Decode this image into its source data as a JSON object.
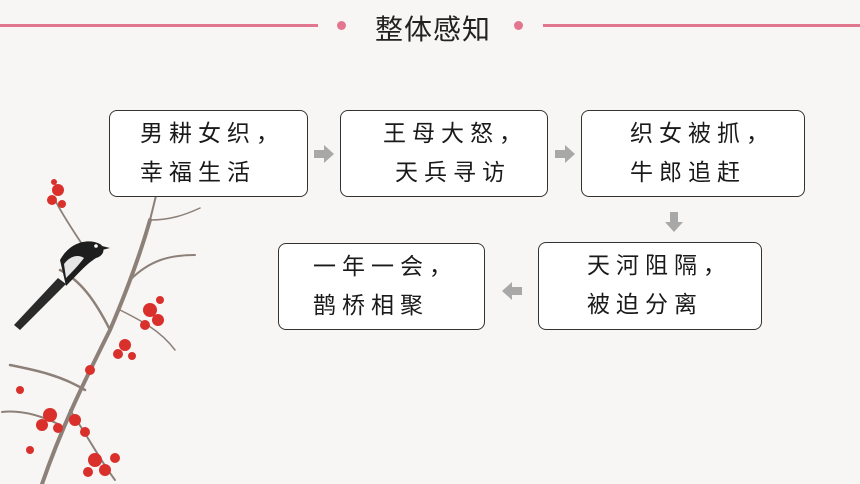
{
  "header": {
    "title": "整体感知"
  },
  "steps": [
    {
      "line1": "男耕女织，",
      "line2": "幸福生活"
    },
    {
      "line1": "王母大怒，",
      "line2": "天兵寻访"
    },
    {
      "line1": "织女被抓，",
      "line2": "牛郎追赶"
    },
    {
      "line1": "天河阻隔，",
      "line2": "被迫分离"
    },
    {
      "line1": "一年一会，",
      "line2": "鹊桥相聚"
    }
  ],
  "colors": {
    "accent": "#e3768f",
    "arrow": "#a8a8a8",
    "blossom": "#d9302c"
  },
  "icons": [
    "arrow-right-icon",
    "arrow-down-icon",
    "arrow-left-icon",
    "magpie-on-plum-branch"
  ]
}
